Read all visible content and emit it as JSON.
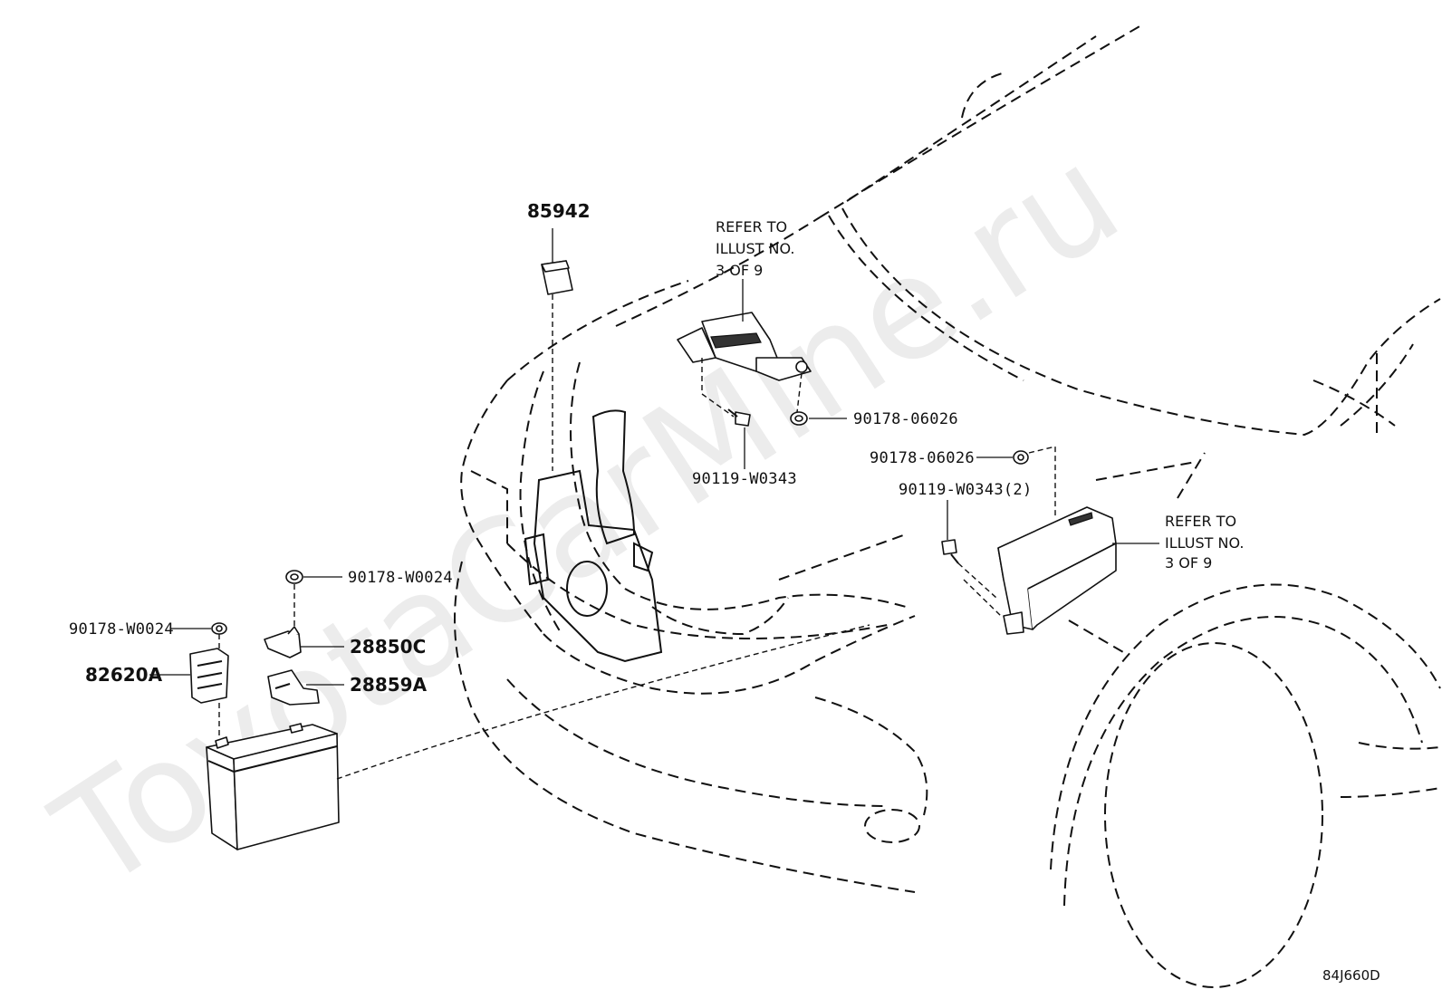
{
  "watermark": "ToyotaCarMine.ru",
  "diagram_code": "84J660D",
  "callouts": {
    "p85942": "85942",
    "p90178_06026_a": "90178-06026",
    "p90119_W0343": "90119-W0343",
    "p90178_06026_b": "90178-06026",
    "p90119_W0343_2": "90119-W0343(2)",
    "p90178_W0024_a": "90178-W0024",
    "p90178_W0024_b": "90178-W0024",
    "p28850C": "28850C",
    "p82620A": "82620A",
    "p28859A": "28859A"
  },
  "refer_notes": {
    "upper": [
      "REFER TO",
      "ILLUST NO.",
      "3 OF 9"
    ],
    "right": [
      "REFER TO",
      "ILLUST NO.",
      "3 OF 9"
    ]
  }
}
